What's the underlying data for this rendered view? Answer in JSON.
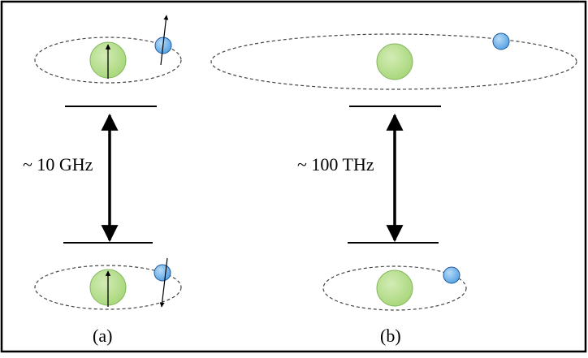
{
  "diagram": {
    "panel_a": {
      "gap_label": "~ 10 GHz",
      "caption": "(a)"
    },
    "panel_b": {
      "gap_label": "~ 100 THz",
      "caption": "(b)"
    }
  },
  "colors": {
    "nucleus_fill": "#a8d77a",
    "nucleus_stroke": "#7fb356",
    "electron_fill": "#6aaee8",
    "electron_stroke": "#1f5a9c",
    "frame": "#000000"
  },
  "icons": {
    "nucleus": "green-sphere",
    "electron": "blue-sphere",
    "spin": "arrow"
  }
}
